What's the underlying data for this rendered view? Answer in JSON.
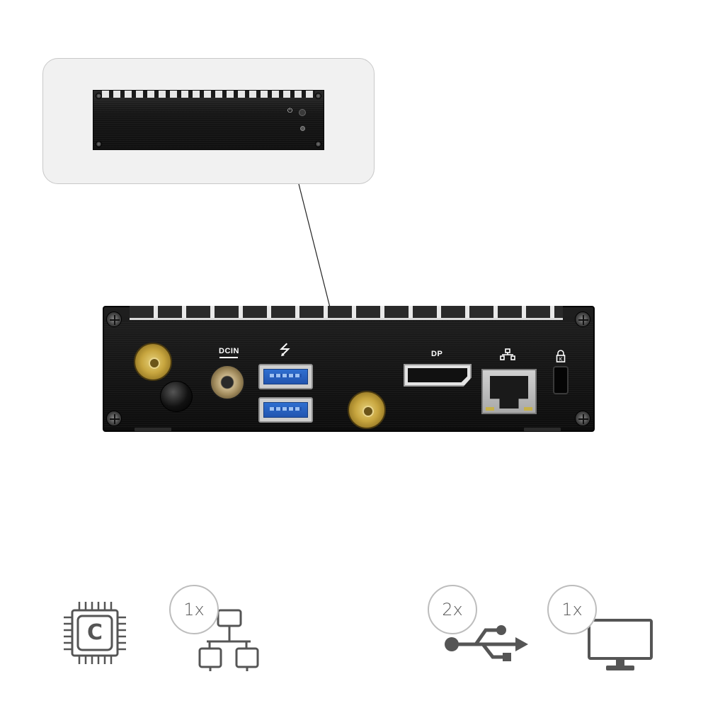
{
  "labels": {
    "dcin": "DCIN",
    "dp": "DP"
  },
  "specs": {
    "cpu_letter": "C",
    "lan_count": "1x",
    "usb_count": "2x",
    "display_count": "1x"
  },
  "icons": {
    "cpu": "cpu-chip-icon",
    "lan": "network-icon",
    "usb": "usb-icon",
    "display": "monitor-icon",
    "power": "power-icon",
    "ethernet": "ethernet-icon",
    "lock": "kensington-lock-icon"
  },
  "colors": {
    "chassis": "#141414",
    "usb_blue": "#2255b0",
    "antenna_gold": "#c8a63f",
    "icon_gray": "#5a5a5a"
  }
}
